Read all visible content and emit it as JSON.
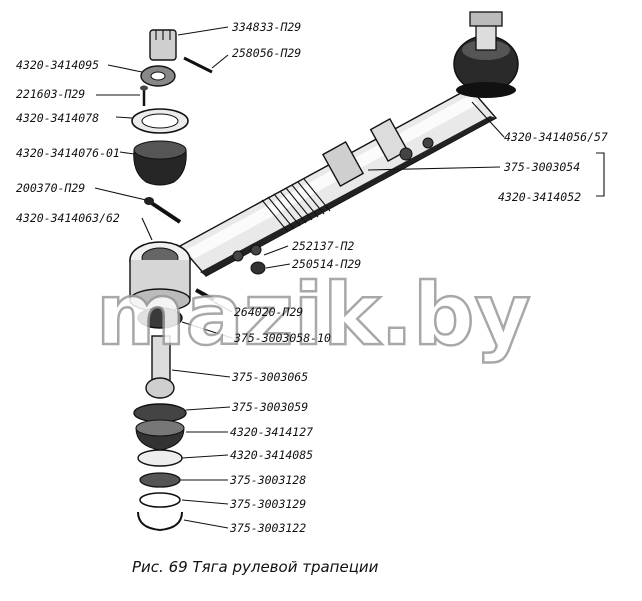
{
  "caption": "Рис. 69  Тяга рулевой трапеции",
  "watermark": "mazik.by",
  "labels": {
    "l1": "334833-П29",
    "l2": "258056-П29",
    "l3": "4320-3414095",
    "l4": "221603-П29",
    "l5": "4320-3414078",
    "l6": "4320-3414076-01",
    "l7": "200370-П29",
    "l8": "4320-3414063/62",
    "l9": "4320-3414056/57",
    "l10": "375-3003054",
    "l11": "4320-3414052",
    "l12": "252137-П2",
    "l13": "250514-П29",
    "l14": "264020-П29",
    "l15": "375-3003058-10",
    "l16": "375-3003065",
    "l17": "375-3003059",
    "l18": "4320-3414127",
    "l19": "4320-3414085",
    "l20": "375-3003128",
    "l21": "375-3003129",
    "l22": "375-3003122"
  }
}
